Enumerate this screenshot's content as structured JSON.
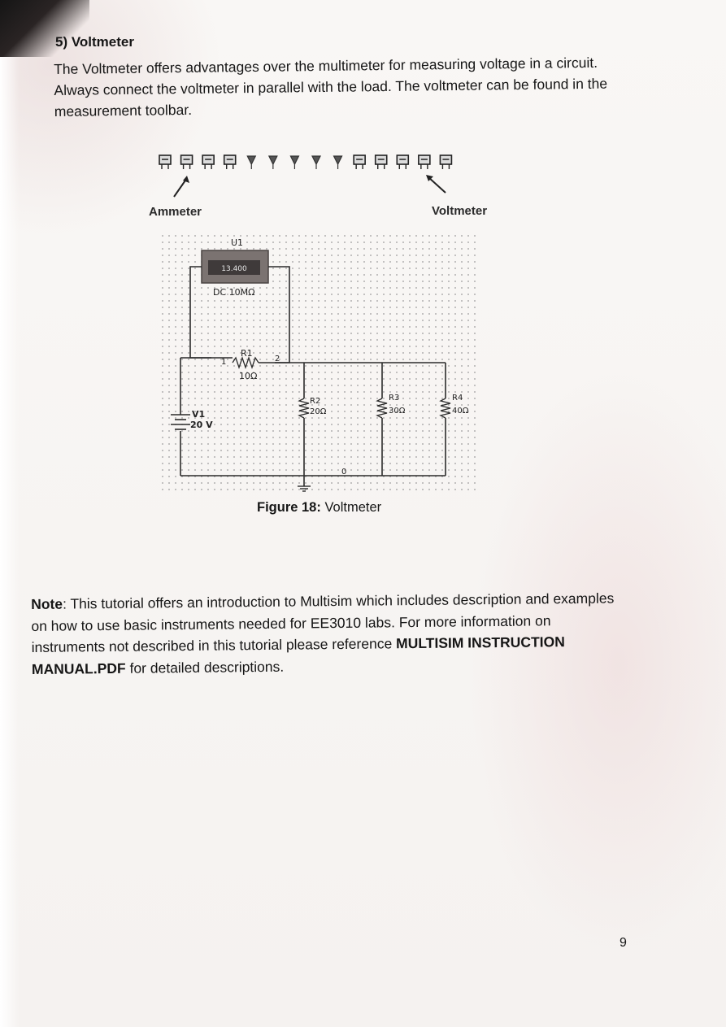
{
  "section": {
    "heading": "5) Voltmeter",
    "paragraph": "The Voltmeter offers advantages over the multimeter for measuring voltage in a circuit. Always connect the voltmeter in parallel with the load. The voltmeter can be found in the measurement toolbar."
  },
  "toolbar_figure": {
    "icon_count": 14,
    "ammeter_label": "Ammeter",
    "voltmeter_label": "Voltmeter"
  },
  "circuit": {
    "meter_name": "U1",
    "meter_reading": "13.400",
    "meter_mode": "DC  10MΩ",
    "r1_name": "R1",
    "r1_value": "10Ω",
    "r1_pin1": "1",
    "r1_pin2": "2",
    "r2_name": "R2",
    "r2_value": "20Ω",
    "r3_name": "R3",
    "r3_value": "30Ω",
    "r4_name": "R4",
    "r4_value": "40Ω",
    "source_name": "V1",
    "source_value": "20 V",
    "ground_node": "0"
  },
  "caption": {
    "label": "Figure 18:",
    "text": " Voltmeter"
  },
  "note": {
    "label": "Note",
    "text_1": ": This tutorial offers an introduction to Multisim which includes description and examples on how to use basic instruments needed for EE3010 labs. For more information on instruments not described in this tutorial please reference ",
    "manual": "MULTISIM INSTRUCTION MANUAL.PDF",
    "text_2": " for detailed descriptions."
  },
  "page_number": "9"
}
